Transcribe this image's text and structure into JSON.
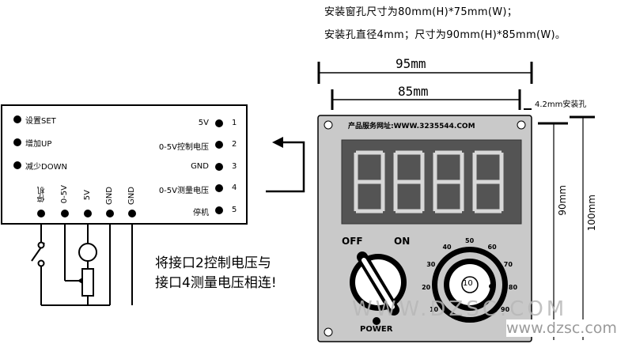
{
  "notes": {
    "line1": "安装窗孔尺寸为80mm(H)*75mm(W)；",
    "line2": "安装孔直径4mm；尺寸为90mm(H)*85mm(W)。"
  },
  "dimensions": {
    "outer_width": "95mm",
    "inner_width": "85mm",
    "hole": "4.2mm安装孔",
    "hole_spacing_h": "90mm",
    "outer_height": "100mm"
  },
  "controller": {
    "left_buttons": [
      "设置SET",
      "增加UP",
      "减少DOWN"
    ],
    "right_terminals": [
      {
        "label": "5V",
        "num": "1"
      },
      {
        "label": "0-5V控制电压",
        "num": "2"
      },
      {
        "label": "GND",
        "num": "3"
      },
      {
        "label": "0-5V测量电压",
        "num": "4"
      },
      {
        "label": "停机",
        "num": "5"
      }
    ],
    "bottom_terminals": [
      "停机",
      "0-5V",
      "5V",
      "GND",
      "GND"
    ]
  },
  "panel": {
    "website": "产品服务网址:WWW.3235544.COM",
    "display_digits": "8888",
    "switch_off": "OFF",
    "switch_on": "ON",
    "power_label": "POWER",
    "dial_center": "10",
    "dial_scale": [
      "10",
      "20",
      "30",
      "40",
      "50",
      "60",
      "70",
      "80",
      "90"
    ]
  },
  "caption": {
    "line1": "将接口2控制电压与",
    "line2": "接口4测量电压相连!"
  },
  "watermark": {
    "text1": "WWW.DZSC.COM",
    "text2": "www.dzsc.com"
  }
}
